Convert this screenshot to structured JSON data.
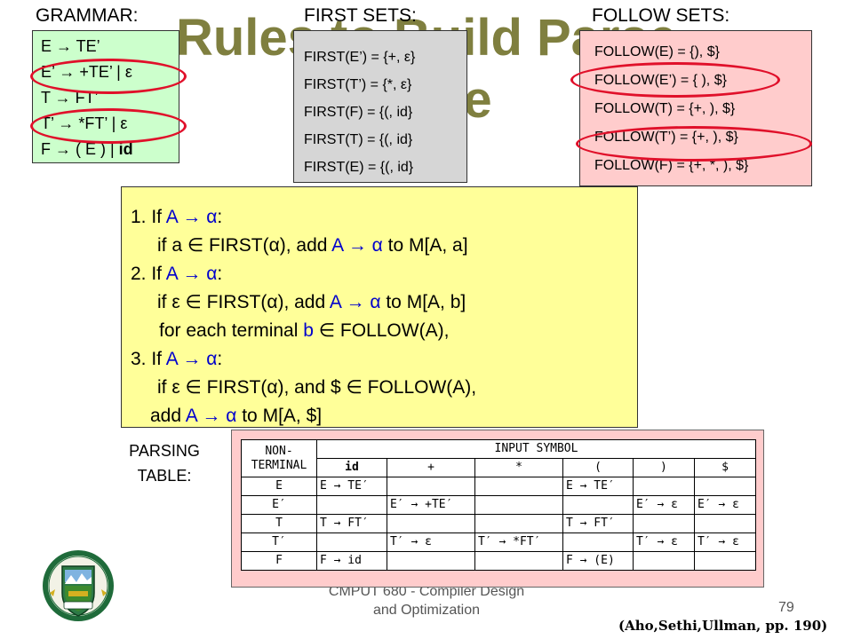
{
  "slide": {
    "title": "Rules to Build Parse Table"
  },
  "grammar": {
    "label": "GRAMMAR:",
    "rules": [
      "E  → TE’",
      "E’  → +TE’ | ε",
      "T  → FT’",
      "T’  → *FT’ | ε",
      "F  → ( E ) | "
    ],
    "id_keyword": "id"
  },
  "first_sets": {
    "label": "FIRST SETS:",
    "lines": [
      "FIRST(E’) = {+, ε}",
      "FIRST(T’) = {*, ε}",
      "FIRST(F) = {(, id}",
      "FIRST(T) = {(, id}",
      "FIRST(E)  = {(, id}"
    ]
  },
  "follow_sets": {
    "label": "FOLLOW SETS:",
    "lines": [
      "FOLLOW(E) = {), $}",
      "FOLLOW(E’) = { ), $}",
      "FOLLOW(T) = {+,  ), $}",
      "FOLLOW(T’) = {+, ), $}",
      "FOLLOW(F) = {+, *, ), $}"
    ]
  },
  "rules": {
    "r1_head_num": "1. If ",
    "r1_head_prod": "A → α",
    "r1_head_colon": ":",
    "r1_body_a": "if a ∈ FIRST(α), add ",
    "r1_body_prod": "A → α",
    "r1_body_b": " to M[A, a]",
    "r2_head_num": "2. If ",
    "r2_head_prod": "A → α",
    "r2_head_colon": ":",
    "r2_body_a": "if ε ∈ FIRST(α), add ",
    "r2_body_prod": "A → α",
    "r2_body_b": " to M[A, b]",
    "r2_body2_a": "for each terminal ",
    "r2_body2_b": "b",
    "r2_body2_c": " ∈ FOLLOW(A),",
    "r3_head_num": "3. If ",
    "r3_head_prod": "A → α",
    "r3_head_colon": ":",
    "r3_body_a": "if ε ∈ FIRST(α), and $ ∈ FOLLOW(A),",
    "r3_body2_a": "add ",
    "r3_body2_prod": "A → α",
    "r3_body2_b": " to M[A, $]"
  },
  "parsing_table": {
    "label_line1": "PARSING",
    "label_line2": "TABLE:",
    "nt_header_line1": "NON-",
    "nt_header_line2": "TERMINAL",
    "input_symbol_header": "INPUT SYMBOL",
    "symbols": [
      "id",
      "+",
      "*",
      "(",
      ")",
      "$"
    ],
    "rows": [
      {
        "nt": "E",
        "cells": [
          "E → TE′",
          "",
          "",
          "E → TE′",
          "",
          ""
        ]
      },
      {
        "nt": "E′",
        "cells": [
          "",
          "E′ → +TE′",
          "",
          "",
          "E′ → ε",
          "E′ → ε"
        ]
      },
      {
        "nt": "T",
        "cells": [
          "T → FT′",
          "",
          "",
          "T → FT′",
          "",
          ""
        ]
      },
      {
        "nt": "T′",
        "cells": [
          "",
          "T′ → ε",
          "T′ → *FT′",
          "",
          "T′ → ε",
          "T′ → ε"
        ]
      },
      {
        "nt": "F",
        "cells": [
          "F → id",
          "",
          "",
          "F → (E)",
          "",
          ""
        ]
      }
    ]
  },
  "footer": {
    "course_line1": "CMPUT 680 - Compiler Design",
    "course_line2": "and Optimization",
    "page_number": "79",
    "citation": "(Aho,Sethi,Ullman, pp. 190)"
  },
  "colors": {
    "grammar_bg": "#ccffcc",
    "first_bg": "#d6d6d6",
    "follow_bg": "#ffcccc",
    "rules_bg": "#ffff99",
    "highlight_blue": "#0000cc",
    "ring_red": "#e0102a"
  },
  "logo": {
    "icon": "university-crest-icon"
  }
}
